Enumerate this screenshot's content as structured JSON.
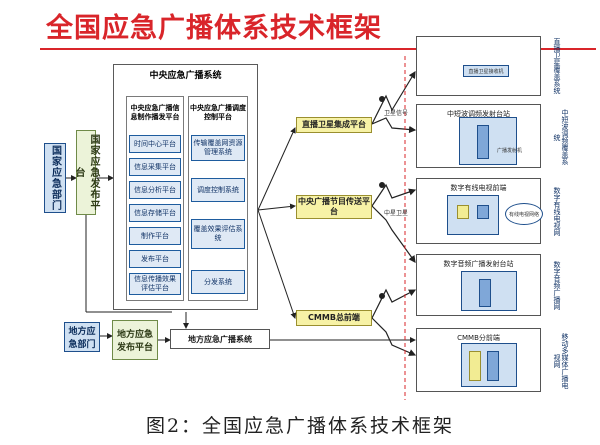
{
  "title": "全国应急广播体系技术框架",
  "caption": "图2：全国应急广播体系技术框架",
  "national_dept": "国家应急部门",
  "national_platform": "国家应急发布平台",
  "central": {
    "title": "中央应急广播系统",
    "left_header": "中央应急广播信息制作播发平台",
    "right_header": "中央应急广播调度控制平台",
    "left_cells": [
      "时间中心平台",
      "信息采集平台",
      "信息分析平台",
      "信息存储平台",
      "制作平台",
      "发布平台",
      "信息传播效果评估平台"
    ],
    "right_cells": [
      "传输覆盖网资源管理系统",
      "调度控制系统",
      "覆盖效果评估系统",
      "分发系统"
    ]
  },
  "local_dept": "地方应急部门",
  "local_platform": "地方应急发布平台",
  "local_system": "地方应急广播系统",
  "mid_nodes": [
    "直播卫星集成平台",
    "中央广播节目传送平台",
    "CMMB总前端"
  ],
  "link_labels": [
    "卫星信号",
    "中星卫星"
  ],
  "stations": [
    {
      "title": "",
      "tag": "直播卫星覆盖系统",
      "inner": "直播卫星接收机"
    },
    {
      "title": "中短波调频发射台站",
      "tag": "中短波调频覆盖系统",
      "inner": "广播发射机"
    },
    {
      "title": "数字有线电视前端",
      "tag": "数字有线电视网",
      "inner": "有线电视网络"
    },
    {
      "title": "数字音频广播发射台站",
      "tag": "数字音频广播网",
      "inner": ""
    },
    {
      "title": "CMMB分前端",
      "tag": "移动多媒体广播电视网",
      "inner": ""
    }
  ],
  "colors": {
    "accent_red": "#d9252a",
    "link_blue": "#1e4f8c",
    "link_dark": "#222222"
  }
}
